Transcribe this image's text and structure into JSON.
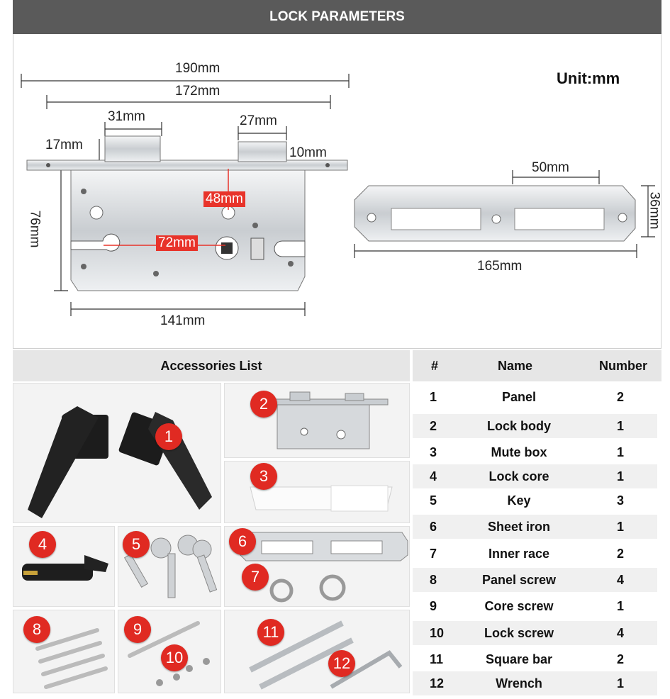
{
  "header": {
    "title": "LOCK PARAMETERS"
  },
  "unit_label": "Unit:mm",
  "dimensions": {
    "lock_body": [
      "190mm",
      "172mm",
      "31mm",
      "27mm",
      "17mm",
      "10mm",
      "48mm",
      "72mm",
      "76mm",
      "141mm"
    ],
    "strike_plate": [
      "50mm",
      "36mm",
      "165mm"
    ]
  },
  "accessories": {
    "title": "Accessories List",
    "badges": [
      "1",
      "2",
      "3",
      "4",
      "5",
      "6",
      "7",
      "8",
      "9",
      "10",
      "11",
      "12"
    ]
  },
  "table": {
    "headers": [
      "#",
      "Name",
      "Number"
    ],
    "rows": [
      [
        "1",
        "Panel",
        "2"
      ],
      [
        "2",
        "Lock body",
        "1"
      ],
      [
        "3",
        "Mute box",
        "1"
      ],
      [
        "4",
        "Lock core",
        "1"
      ],
      [
        "5",
        "Key",
        "3"
      ],
      [
        "6",
        "Sheet iron",
        "1"
      ],
      [
        "7",
        "Inner race",
        "2"
      ],
      [
        "8",
        "Panel screw",
        "4"
      ],
      [
        "9",
        "Core screw",
        "1"
      ],
      [
        "10",
        "Lock screw",
        "4"
      ],
      [
        "11",
        "Square bar",
        "2"
      ],
      [
        "12",
        "Wrench",
        "1"
      ]
    ]
  },
  "colors": {
    "header_bg": "#5a5a5a",
    "badge": "#e02a22",
    "metal": "#d9dcdf"
  }
}
